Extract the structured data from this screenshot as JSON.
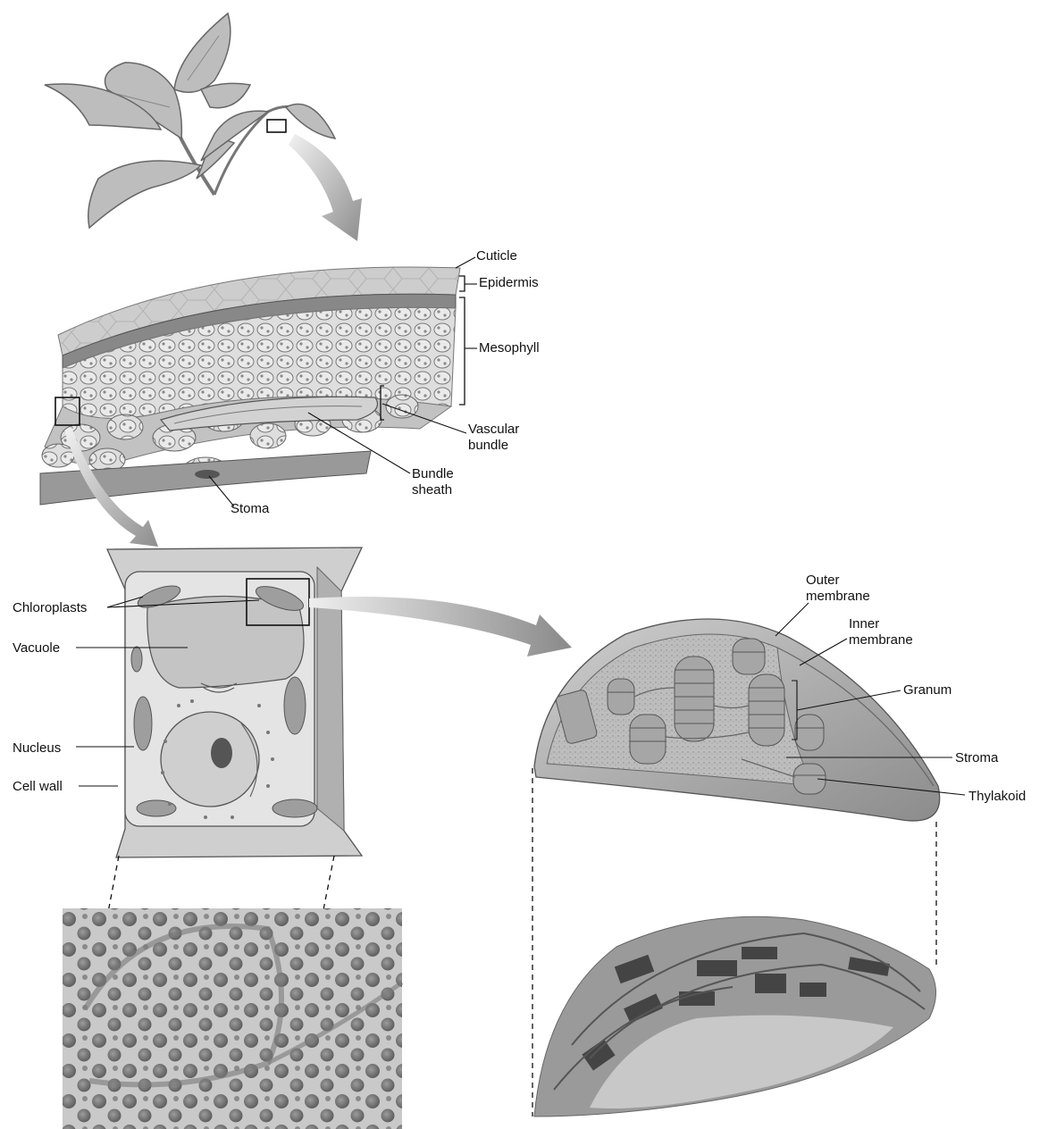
{
  "labels": {
    "cuticle": "Cuticle",
    "epidermis": "Epidermis",
    "mesophyll": "Mesophyll",
    "vascular_bundle_1": "Vascular",
    "vascular_bundle_2": "bundle",
    "bundle_sheath_1": "Bundle",
    "bundle_sheath_2": "sheath",
    "stoma_leaf": "Stoma",
    "chloroplasts": "Chloroplasts",
    "vacuole": "Vacuole",
    "nucleus": "Nucleus",
    "cell_wall": "Cell wall",
    "outer_membrane_1": "Outer",
    "outer_membrane_2": "membrane",
    "inner_membrane_1": "Inner",
    "inner_membrane_2": "membrane",
    "granum": "Granum",
    "stroma": "Stroma",
    "thylakoid": "Thylakoid"
  },
  "colors": {
    "ink": "#111111",
    "tissue_light": "#d9d9d9",
    "tissue_mid": "#b5b5b5",
    "tissue_dark": "#6e6e6e",
    "arrow": "#9a9a9a"
  }
}
